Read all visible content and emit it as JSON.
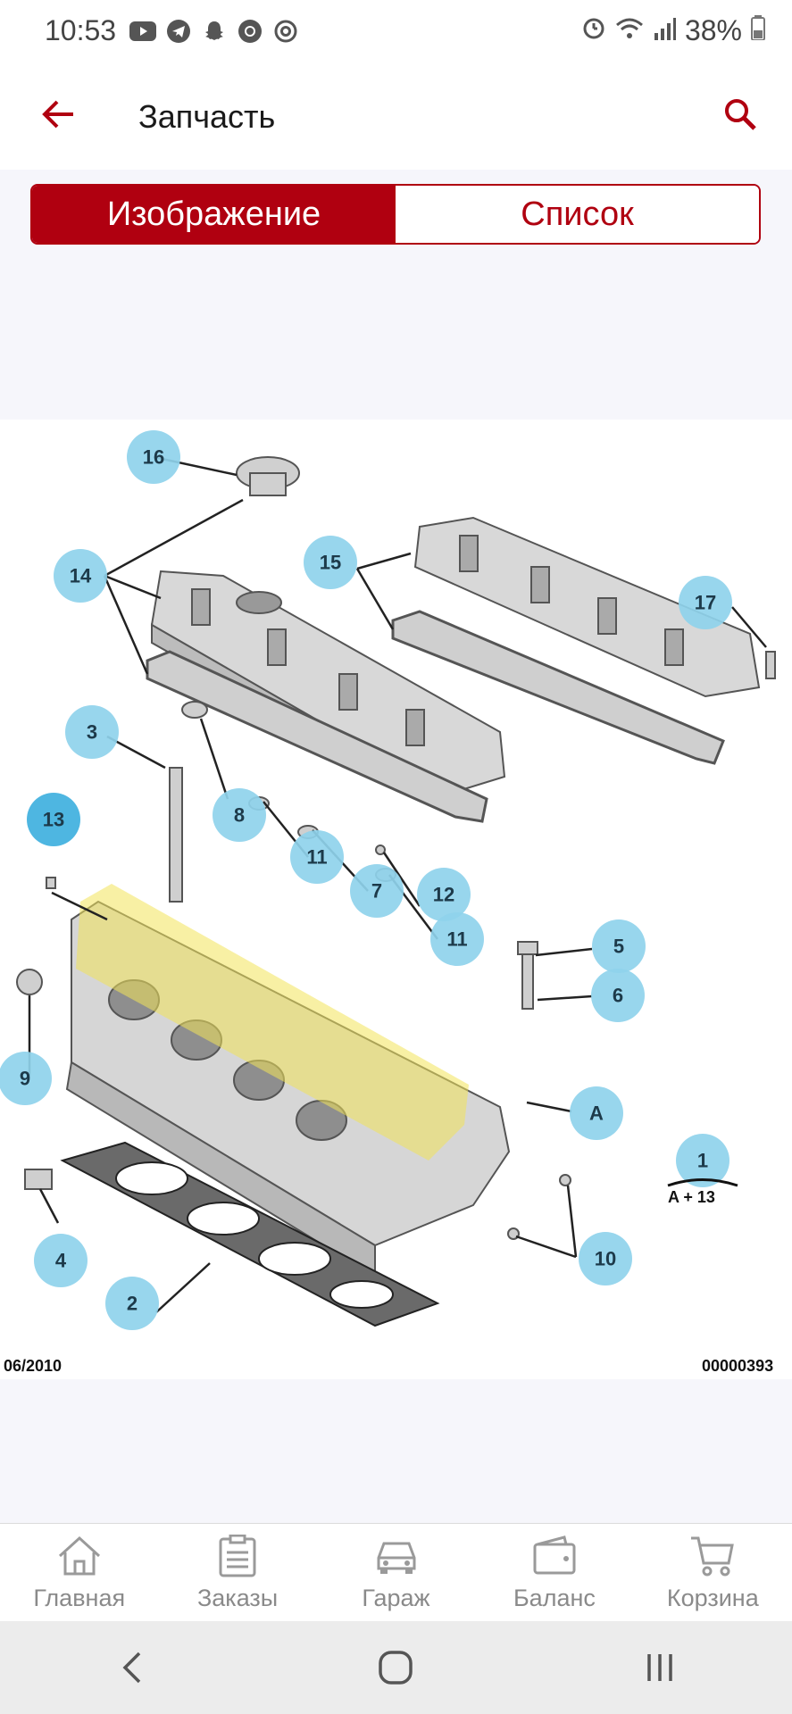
{
  "status_bar": {
    "time": "10:53",
    "battery": "38%"
  },
  "app_bar": {
    "title": "Запчасть"
  },
  "tabs": [
    {
      "label": "Изображение",
      "active": true
    },
    {
      "label": "Список",
      "active": false
    }
  ],
  "diagram": {
    "callouts": [
      {
        "label": "16"
      },
      {
        "label": "14"
      },
      {
        "label": "15"
      },
      {
        "label": "17"
      },
      {
        "label": "3"
      },
      {
        "label": "13"
      },
      {
        "label": "8"
      },
      {
        "label": "11"
      },
      {
        "label": "7"
      },
      {
        "label": "12"
      },
      {
        "label": "11"
      },
      {
        "label": "5"
      },
      {
        "label": "6"
      },
      {
        "label": "9"
      },
      {
        "label": "A"
      },
      {
        "label": "1"
      },
      {
        "label": "4"
      },
      {
        "label": "10"
      },
      {
        "label": "2"
      }
    ],
    "note": "A + 13",
    "date": "06/2010",
    "code": "00000393"
  },
  "bottom_nav": [
    {
      "label": "Главная",
      "icon": "home-icon"
    },
    {
      "label": "Заказы",
      "icon": "orders-icon"
    },
    {
      "label": "Гараж",
      "icon": "car-icon"
    },
    {
      "label": "Баланс",
      "icon": "wallet-icon"
    },
    {
      "label": "Корзина",
      "icon": "cart-icon"
    }
  ],
  "colors": {
    "accent": "#b00010",
    "callout": "#8fd3ec",
    "highlight": "#f2e35a"
  }
}
